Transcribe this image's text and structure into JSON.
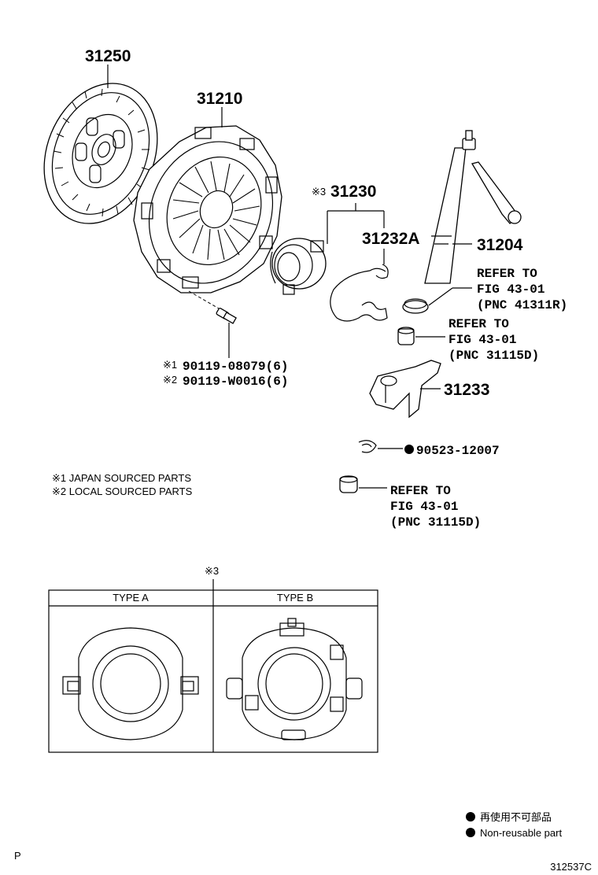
{
  "callouts": {
    "disc": "31250",
    "cover": "31210",
    "bearing_group_mark": "※3",
    "bearing": "31230",
    "clip": "31232A",
    "shaft": "31204",
    "fork": "31233",
    "bolt1_mark": "※1",
    "bolt1": "90119-08079(6)",
    "bolt2_mark": "※2",
    "bolt2": "90119-W0016(6)",
    "snap_ring": "90523-12007"
  },
  "references": [
    {
      "line1": "REFER TO",
      "line2": "FIG 43-01",
      "line3": "(PNC 41311R)"
    },
    {
      "line1": "REFER TO",
      "line2": "FIG 43-01",
      "line3": "(PNC 31115D)"
    },
    {
      "line1": "REFER TO",
      "line2": "FIG 43-01",
      "line3": "(PNC 31115D)"
    }
  ],
  "notes": {
    "japan": "※1 JAPAN SOURCED PARTS",
    "local": "※2 LOCAL SOURCED PARTS"
  },
  "type_table": {
    "mark": "※3",
    "type_a": "TYPE A",
    "type_b": "TYPE B"
  },
  "legend": {
    "jp": "再使用不可部品",
    "en": "Non-reusable part"
  },
  "footer": {
    "left": "P",
    "code": "312537C"
  }
}
